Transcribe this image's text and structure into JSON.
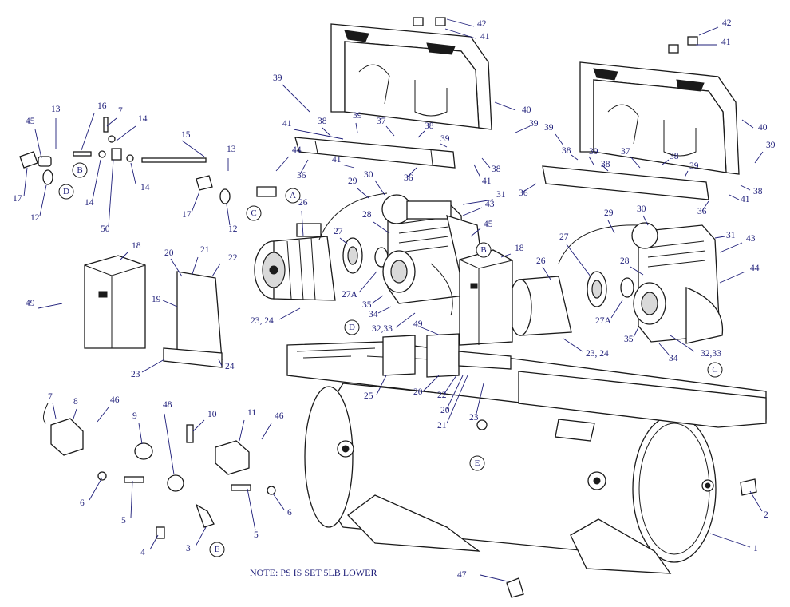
{
  "note": "NOTE: PS IS SET 5LB LOWER",
  "letters": [
    "A",
    "B",
    "C",
    "D",
    "E"
  ],
  "callouts": [
    "1",
    "2",
    "3",
    "4",
    "5",
    "6",
    "7",
    "8",
    "9",
    "10",
    "11",
    "12",
    "13",
    "14",
    "15",
    "16",
    "17",
    "18",
    "19",
    "20",
    "21",
    "22",
    "23",
    "23, 24",
    "24",
    "25",
    "26",
    "27",
    "27A",
    "28",
    "29",
    "30",
    "31",
    "32,33",
    "34",
    "35",
    "36",
    "37",
    "38",
    "39",
    "40",
    "41",
    "42",
    "43",
    "44",
    "45",
    "46",
    "47",
    "48",
    "49",
    "50"
  ]
}
